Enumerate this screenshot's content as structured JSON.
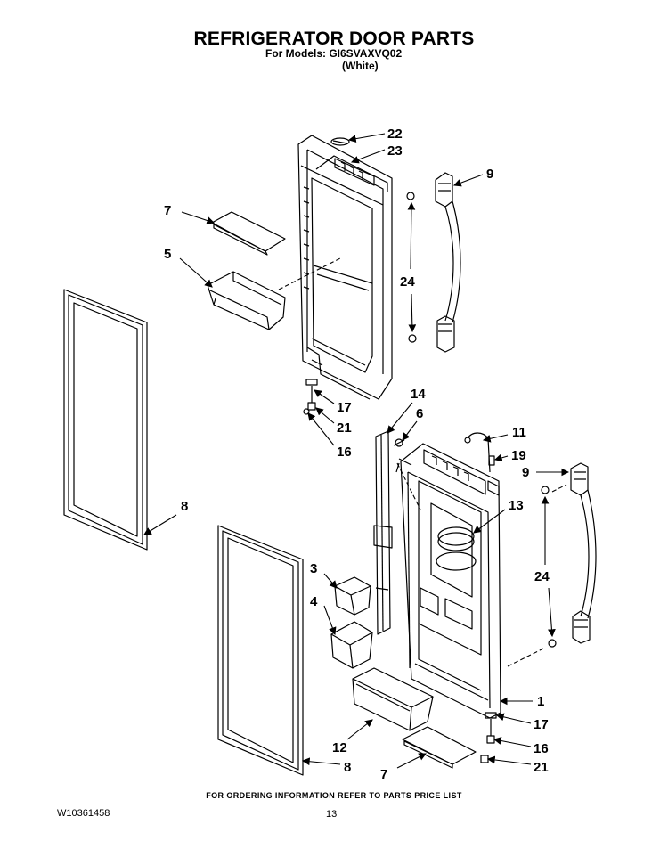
{
  "header": {
    "title": "REFRIGERATOR DOOR PARTS",
    "models": "For Models: GI6SVAXVQ02",
    "color": "(White)"
  },
  "footer": {
    "ordering_note": "FOR ORDERING INFORMATION REFER TO PARTS PRICE LIST",
    "document_number": "W10361458",
    "page_number": "13"
  },
  "callouts": {
    "c22": "22",
    "c23": "23",
    "c9a": "9",
    "c7a": "7",
    "c5": "5",
    "c24a": "24",
    "c17a": "17",
    "c21a": "21",
    "c16a": "16",
    "c14": "14",
    "c6": "6",
    "c11": "11",
    "c19": "19",
    "c9b": "9",
    "c8a": "8",
    "c13": "13",
    "c3": "3",
    "c4": "4",
    "c24b": "24",
    "c1": "1",
    "c17b": "17",
    "c12": "12",
    "c16b": "16",
    "c7b": "7",
    "c21b": "21",
    "c8b": "8"
  }
}
